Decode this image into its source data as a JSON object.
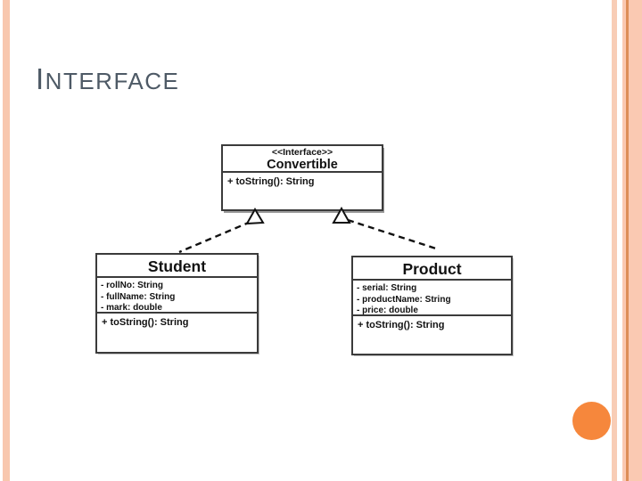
{
  "slide": {
    "title": "INTERFACE"
  },
  "diagram": {
    "interface": {
      "stereotype": "<<Interface>>",
      "name": "Convertible",
      "methods": [
        "+ toString(): String"
      ]
    },
    "classes": [
      {
        "name": "Student",
        "attributes": [
          "- rollNo: String",
          "- fullName: String",
          "- mark: double"
        ],
        "methods": [
          "+ toString(): String"
        ]
      },
      {
        "name": "Product",
        "attributes": [
          "- serial: String",
          "- productName: String",
          "- price: double"
        ],
        "methods": [
          "+ toString(): String"
        ]
      }
    ]
  },
  "colors": {
    "title_text": "#4e5a66",
    "edge_stripe": "#f8c7ae",
    "edge_stripe_accent": "#dd8e58",
    "circle": "#f6873c",
    "box_border": "#3b3b3b",
    "diagram_text": "#111111"
  }
}
